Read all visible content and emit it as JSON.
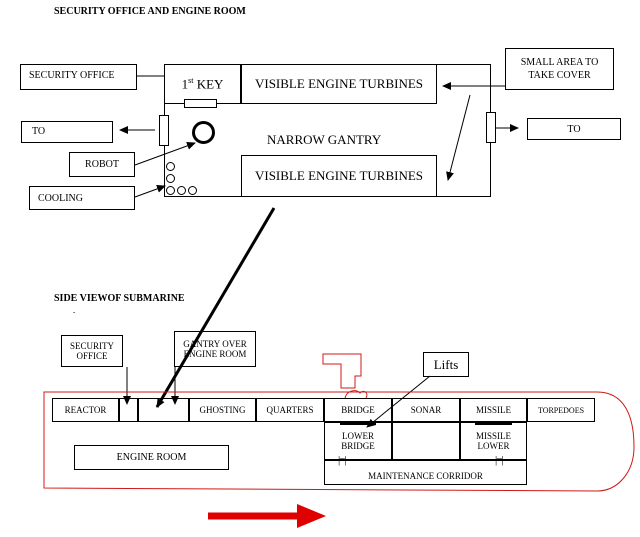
{
  "top": {
    "heading": "SECURITY OFFICE AND ENGINE ROOM",
    "security_office": "SECURITY OFFICE",
    "first_key_base": "1",
    "first_key_sup": "st",
    "first_key_rest": " KEY",
    "visible_turbines_top": "VISIBLE ENGINE TURBINES",
    "visible_turbines_bottom": "VISIBLE ENGINE TURBINES",
    "narrow_gantry": "NARROW GANTRY",
    "small_area": "SMALL AREA TO TAKE COVER",
    "to_left": "TO",
    "to_right": "TO",
    "robot": "ROBOT",
    "cooling": "COOLING"
  },
  "side": {
    "heading": "SIDE VIEWOF SUBMARINE",
    "security_office": "SECURITY OFFICE",
    "gantry_over": "GANTRY OVER ENGINE ROOM",
    "lifts": "Lifts",
    "compartments": {
      "reactor": "REACTOR",
      "ghosting": "GHOSTING",
      "quarters": "QUARTERS",
      "bridge": "BRIDGE",
      "sonar": "SONAR",
      "missile": "MISSILE",
      "torpedoes": "TORPEDOES"
    },
    "lower_bridge": "LOWER BRIDGE",
    "missile_lower": "MISSILE LOWER",
    "engine_room": "ENGINE ROOM",
    "maintenance_corridor": "MAINTENANCE CORRIDOR"
  },
  "colors": {
    "hull": "#d01818",
    "direction_arrow": "#e00000",
    "lines": "#000000"
  }
}
